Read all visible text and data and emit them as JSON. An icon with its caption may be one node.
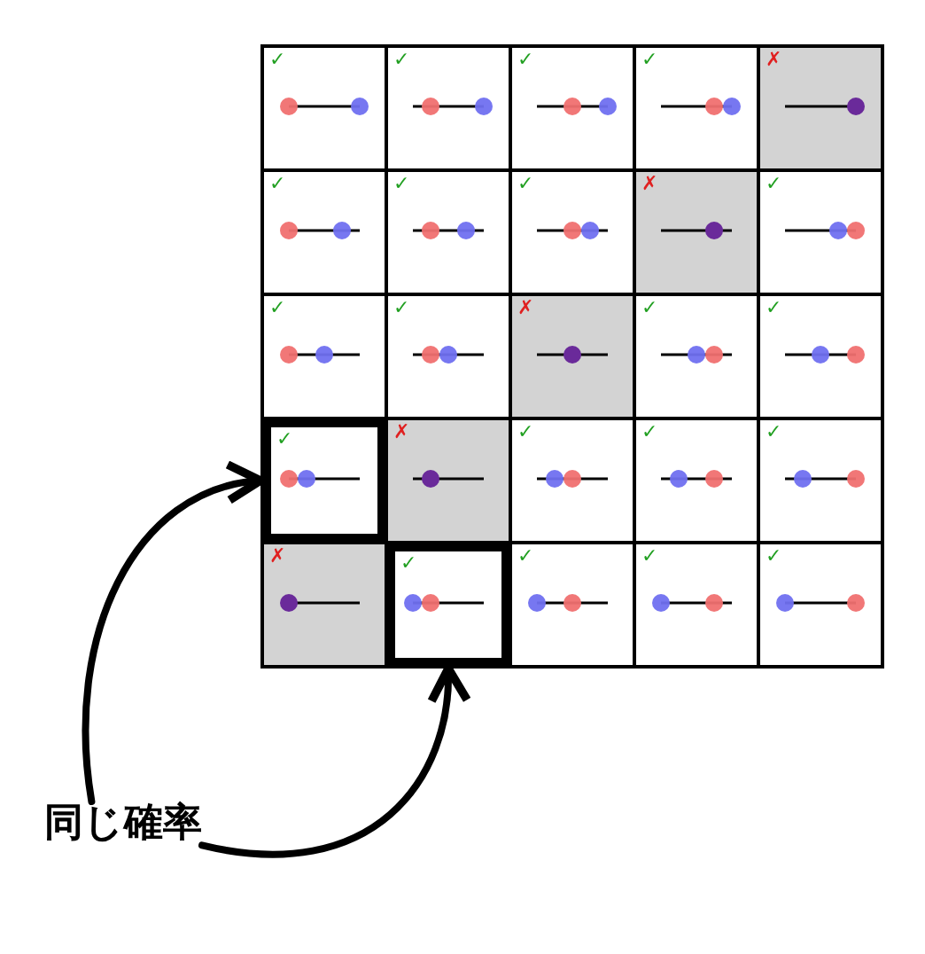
{
  "diagram": {
    "nodes": [
      {
        "text": [
          "✓"
        ]
      },
      {
        "text": [
          "✓"
        ]
      },
      {
        "text": [
          "✓"
        ]
      },
      {
        "text": [
          "✓"
        ]
      },
      {
        "text": [
          "✗"
        ]
      },
      {
        "text": [
          "✓"
        ]
      },
      {
        "text": [
          "✓"
        ]
      },
      {
        "text": [
          "✓"
        ]
      },
      {
        "text": [
          "✗"
        ]
      },
      {
        "text": [
          "✓"
        ]
      },
      {
        "text": [
          "✓"
        ]
      },
      {
        "text": [
          "✓"
        ]
      },
      {
        "text": [
          "✗"
        ]
      },
      {
        "text": [
          "✓"
        ]
      },
      {
        "text": [
          "✓"
        ]
      },
      {
        "text": [
          "✓"
        ]
      },
      {
        "text": [
          "✗"
        ]
      },
      {
        "text": [
          "✓"
        ]
      },
      {
        "text": [
          "✓"
        ]
      },
      {
        "text": [
          "✓"
        ]
      },
      {
        "text": [
          "✗"
        ]
      },
      {
        "text": [
          "✓"
        ]
      },
      {
        "text": [
          "✓"
        ]
      },
      {
        "text": [
          "✓"
        ]
      },
      {
        "text": [
          "✓"
        ]
      },
      {
        "text": [
          "同じ確率"
        ]
      }
    ],
    "edges": [
      {
        "from": 25,
        "to": 15,
        "arrow": "to"
      },
      {
        "from": 25,
        "to": 21,
        "arrow": "to"
      }
    ]
  }
}
